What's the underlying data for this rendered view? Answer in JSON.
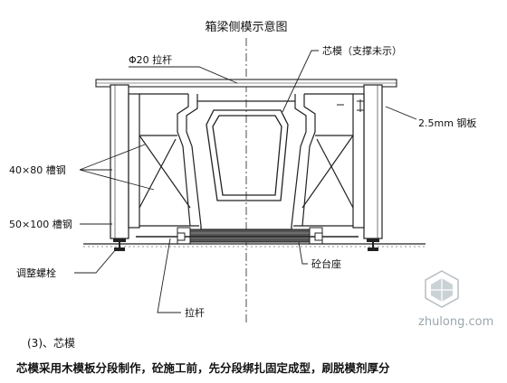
{
  "diagram": {
    "title": "箱梁侧模示意图",
    "labels": {
      "core_form": "芯模（支撑未示）",
      "tie_rod_top": "Φ20 拉杆",
      "steel_plate": "2.5mm 钢板",
      "channel_40x80": "40×80 槽钢",
      "channel_50x100": "50×100 槽钢",
      "adjust_bolt": "调整螺栓",
      "concrete_base": "砼台座",
      "tie_rod_bottom": "拉杆"
    }
  },
  "section": {
    "heading": "(3)、芯模",
    "text": "芯模采用木模板分段制作，砼施工前，先分段绑扎固定成型，刷脱模剂厚分"
  },
  "watermark": {
    "text": "zhulong.com",
    "icon": "zhulong-logo-icon"
  }
}
